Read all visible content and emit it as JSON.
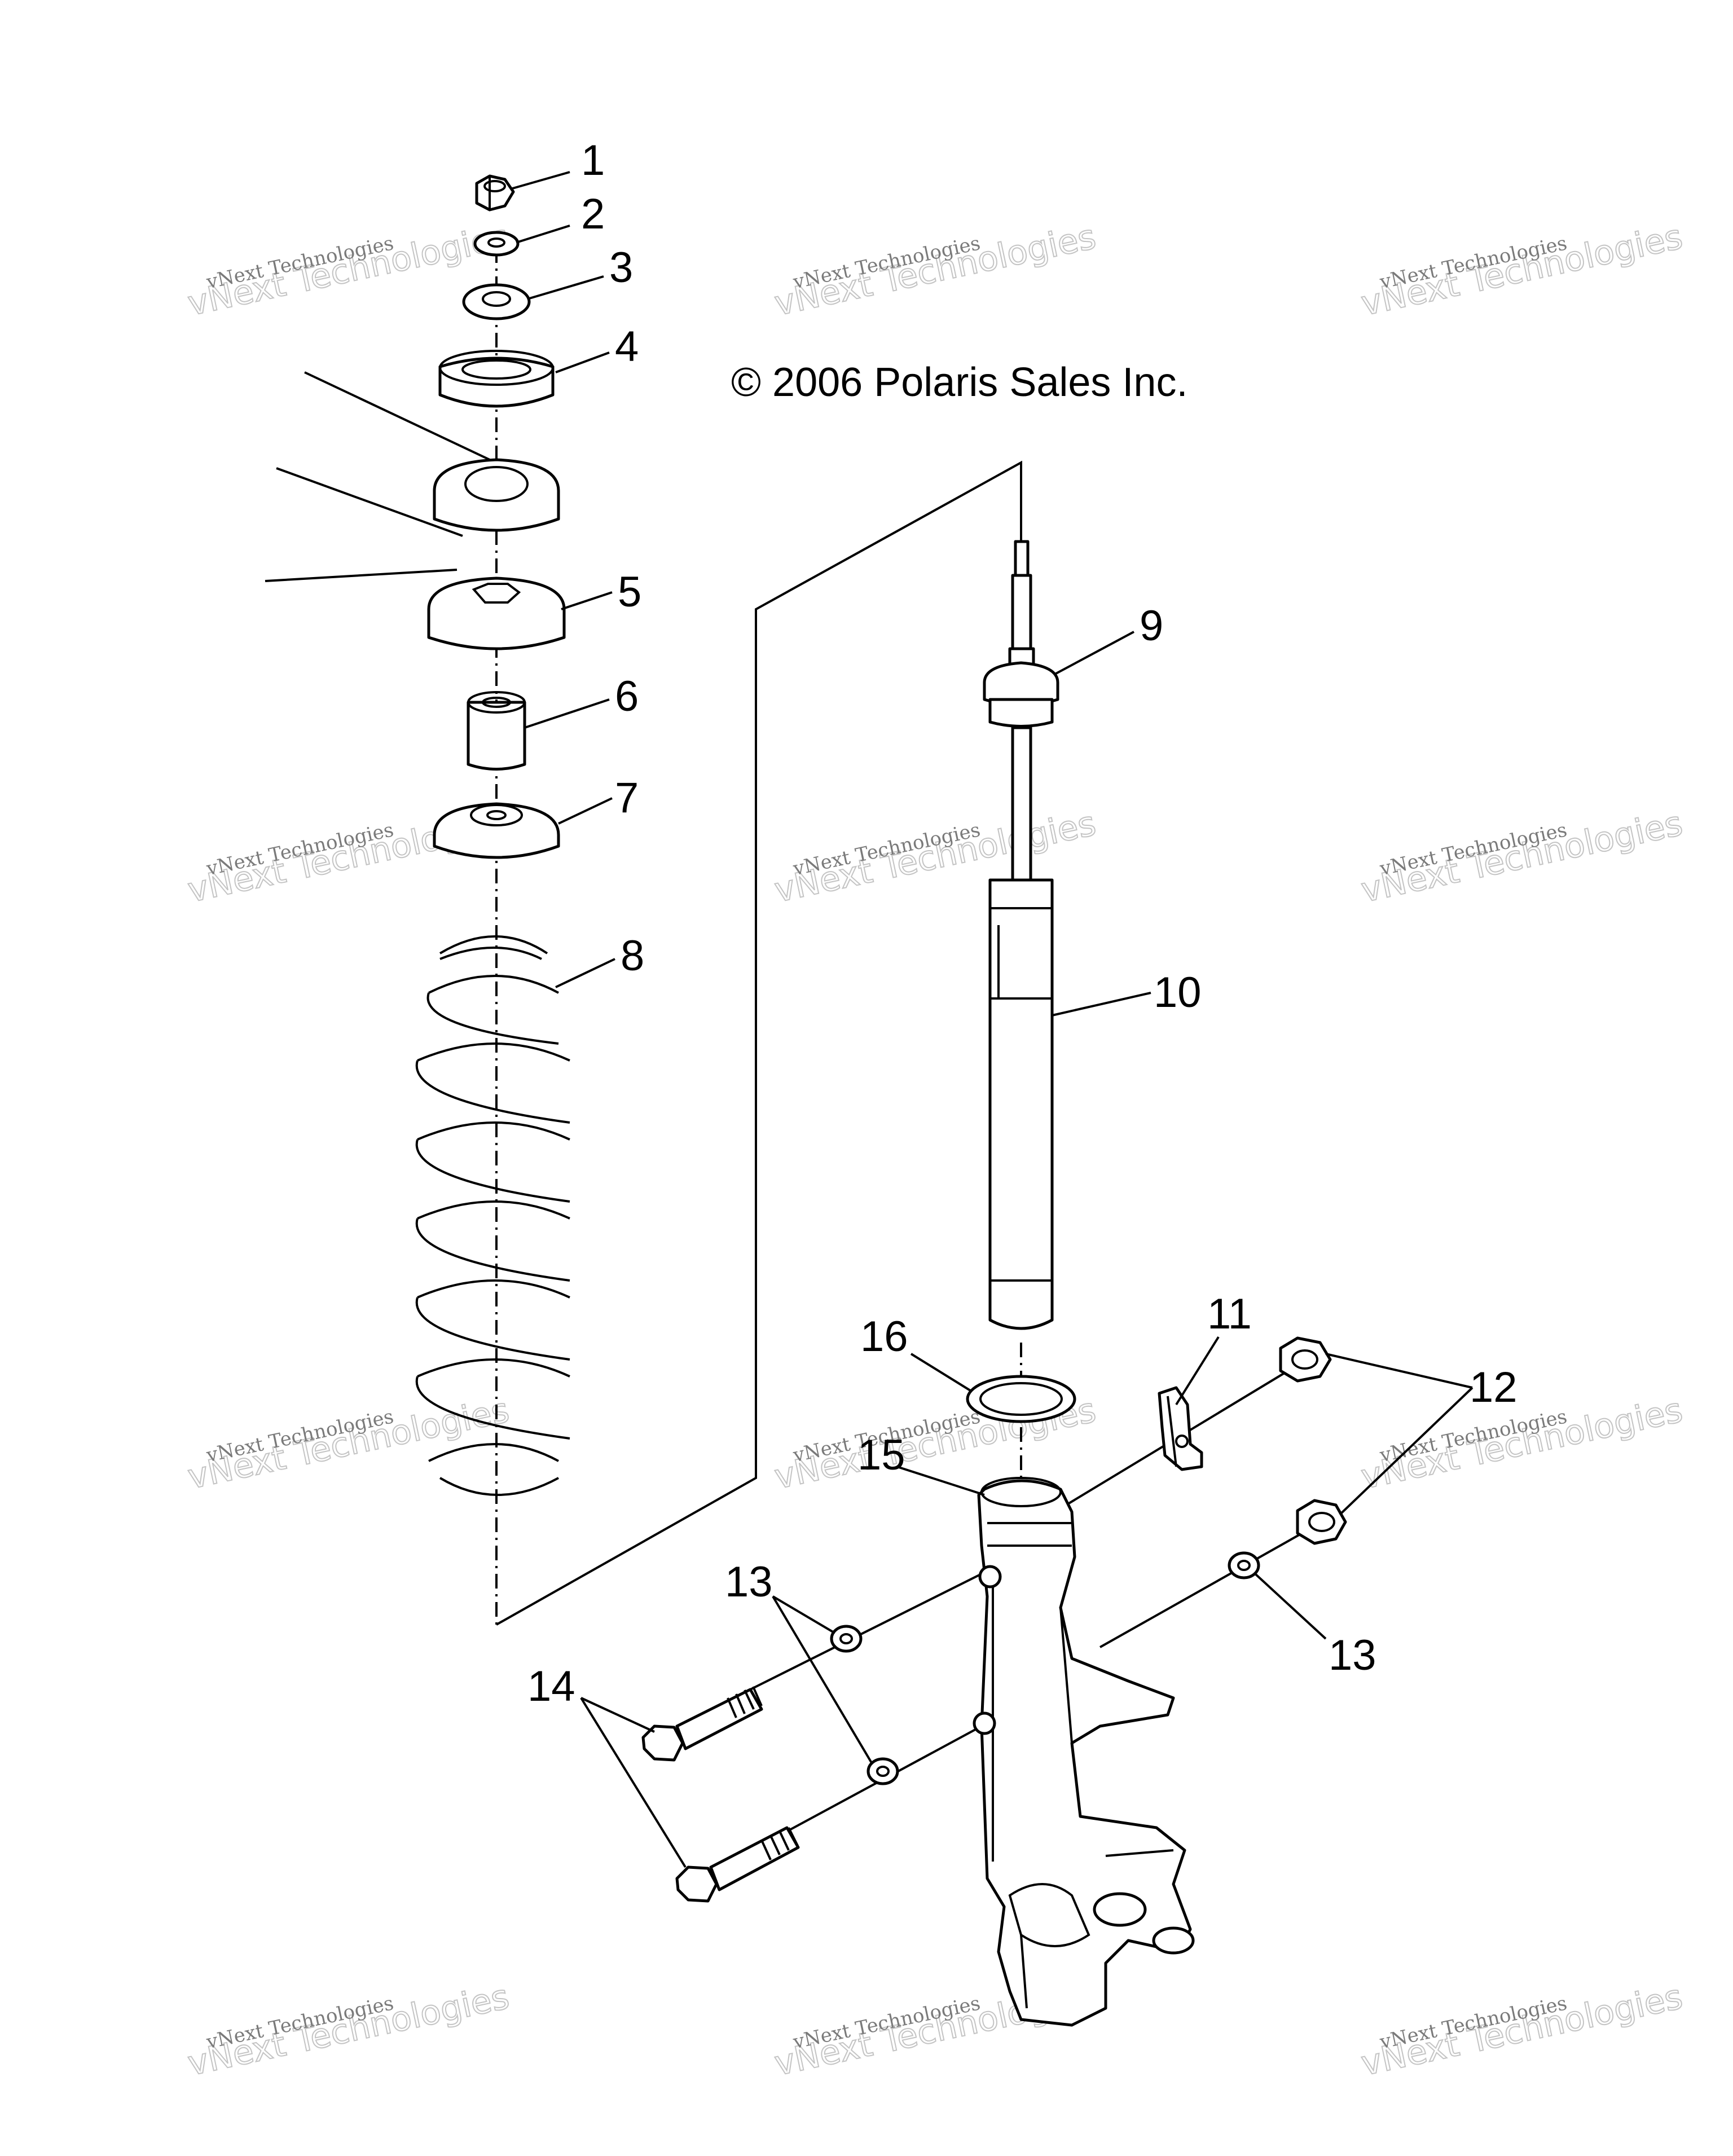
{
  "copyright": "© 2006 Polaris Sales Inc.",
  "watermark": {
    "line1": "vNext Technologies",
    "line2": "vNext Technologies"
  },
  "callouts": [
    {
      "id": "callout-1",
      "label": "1"
    },
    {
      "id": "callout-2",
      "label": "2"
    },
    {
      "id": "callout-3",
      "label": "3"
    },
    {
      "id": "callout-4",
      "label": "4"
    },
    {
      "id": "callout-5",
      "label": "5"
    },
    {
      "id": "callout-6",
      "label": "6"
    },
    {
      "id": "callout-7",
      "label": "7"
    },
    {
      "id": "callout-8",
      "label": "8"
    },
    {
      "id": "callout-9",
      "label": "9"
    },
    {
      "id": "callout-10",
      "label": "10"
    },
    {
      "id": "callout-11",
      "label": "11"
    },
    {
      "id": "callout-12",
      "label": "12"
    },
    {
      "id": "callout-13a",
      "label": "13"
    },
    {
      "id": "callout-13b",
      "label": "13"
    },
    {
      "id": "callout-14",
      "label": "14"
    },
    {
      "id": "callout-15",
      "label": "15"
    },
    {
      "id": "callout-16",
      "label": "16"
    }
  ],
  "colors": {
    "ink": "#000000",
    "paper": "#ffffff",
    "watermark_text": "#7a7a7a",
    "watermark_outline": "#c4c4c4"
  }
}
